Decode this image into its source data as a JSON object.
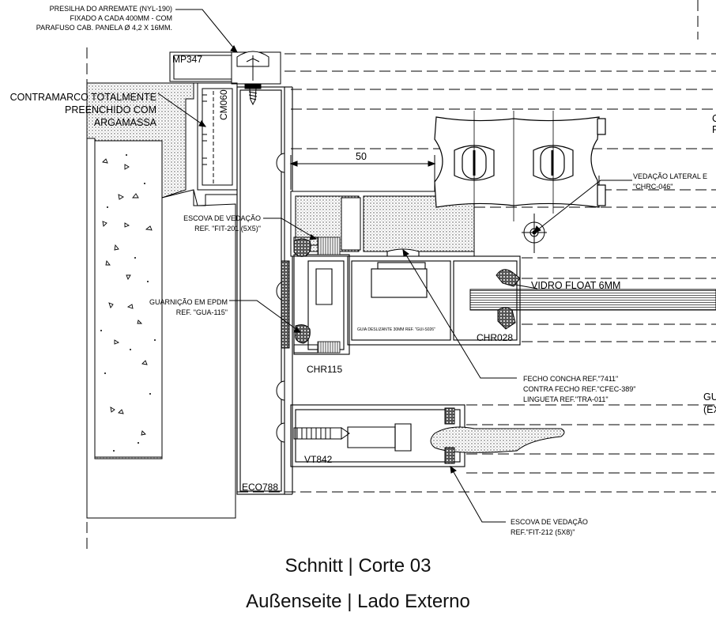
{
  "notes": {
    "presilha": [
      "PRESILHA DO ARREMATE (NYL-190)",
      "FIXADO A CADA 400MM - COM",
      "PARAFUSO CAB. PANELA Ø 4,2 X 16MM."
    ],
    "contramarco": [
      "CONTRAMARCO TOTALMENTE",
      "PREENCHIDO COM",
      "ARGAMASSA"
    ],
    "escova_top": [
      "ESCOVA DE VEDAÇÃO",
      "REF. \"FIT-201 (5X5)\""
    ],
    "guarnicao": [
      "GUARNIÇÃO EM EPDM",
      "REF. \"GUA-115\""
    ],
    "guia": "GUIA DESLIZANTE 30MM REF. \"GUI-S026\"",
    "fecho": [
      "FECHO CONCHA REF.\"7411\"",
      "CONTRA FECHO REF.\"CFEC-389\"",
      "LINGUETA REF.\"TRA-011\""
    ],
    "escova_bottom": [
      "ESCOVA DE VEDAÇÃO",
      "REF.\"FIT-212 (5X8)\""
    ],
    "vedacao_lateral": [
      "VEDAÇÃO LATERAL E",
      "\"CHRC-046\""
    ],
    "vidro": "VIDRO FLOAT 6MM",
    "gu_cut": [
      "GU",
      "(EX"
    ],
    "right_top_cut": [
      "C",
      "F"
    ]
  },
  "tags": {
    "mp347": "MP347",
    "cm060": "CM060",
    "chr115": "CHR115",
    "chr028": "CHR028",
    "vt842": "VT842",
    "eco788": "ECO788"
  },
  "dimension": "50",
  "title": "Schnitt | Corte 03",
  "subtitle": "Außenseite | Lado Externo",
  "colors": {
    "line": "#000000",
    "hatch": "#555555",
    "background": "#ffffff"
  }
}
